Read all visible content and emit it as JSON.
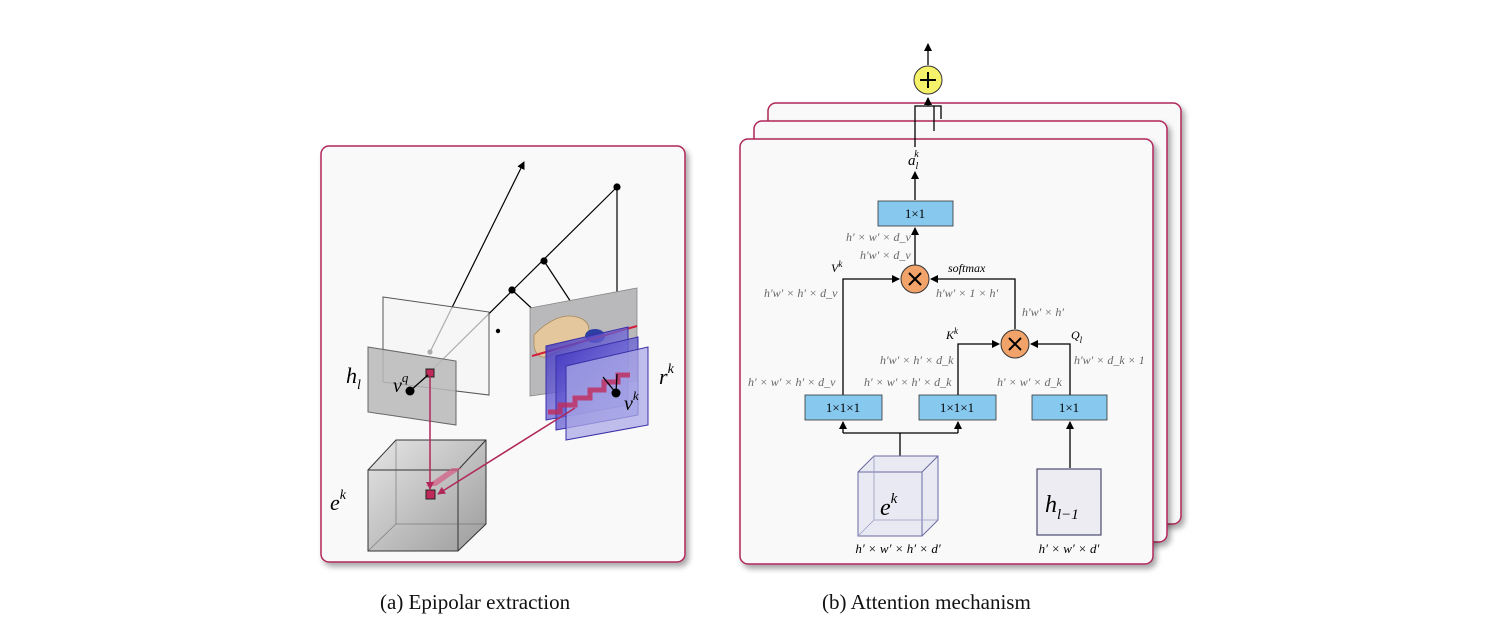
{
  "captions": {
    "a": "(a)  Epipolar extraction",
    "b": "(b)  Attention mechanism"
  },
  "panel_a": {
    "h_label": {
      "base": "h",
      "sub": "l"
    },
    "v_q_label": {
      "base": "v",
      "sup": "q"
    },
    "r_label": {
      "base": "r",
      "sup": "k"
    },
    "v_k_label": {
      "base": "v",
      "sup": "k"
    },
    "e_label": {
      "base": "e",
      "sup": "k"
    }
  },
  "panel_b": {
    "output_label": {
      "base": "a",
      "sub": "l",
      "sup": "k"
    },
    "proj_out": "1×1",
    "proj_v": "1×1×1",
    "proj_k": "1×1×1",
    "proj_q": "1×1",
    "v_label": "V",
    "v_sup": "k",
    "k_label": "K",
    "k_sup": "k",
    "q_label": "Q",
    "q_sub": "l",
    "softmax": "softmax",
    "dim_out_top": "h′ × w′ × d_v",
    "dim_mul_out": "h′w′ × d_v",
    "dim_v": "h′w′ × h′ × d_v",
    "dim_softmax": "h′w′ × 1 × h′",
    "dim_attn": "h′w′ × h′",
    "dim_k": "h′w′ × h′ × d_k",
    "dim_q": "h′w′ × d_k × 1",
    "dim_v_in": "h′ × w′ × h′ × d_v",
    "dim_k_in": "h′ × w′ × h′ × d_k",
    "dim_q_in": "h′ × w′ × d_k",
    "e_input": {
      "base": "e",
      "sup": "k"
    },
    "h_input": {
      "base": "h",
      "sub": "l−1"
    },
    "dim_e": "h′ × w′ × h′ × d′",
    "dim_h": "h′ × w′ × d′"
  },
  "colors": {
    "panel_border": "#b0285a",
    "block_fill": "#87c8ee",
    "multiply_fill": "#f1a36a",
    "sum_fill": "#f6f36b",
    "epipolar_red": "#c02a5a",
    "feature_plane": "#5548cf"
  }
}
